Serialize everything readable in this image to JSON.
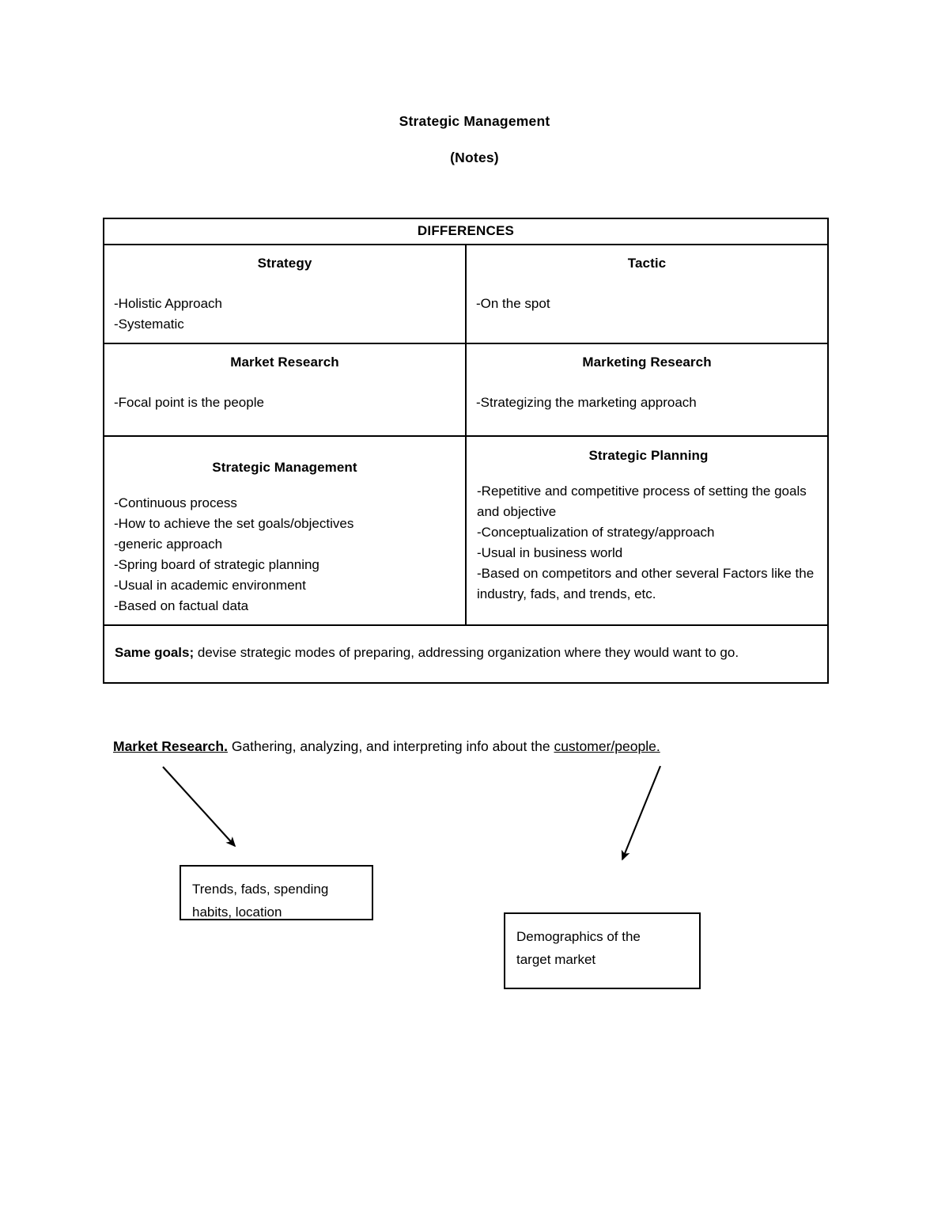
{
  "document": {
    "title": "Strategic Management",
    "subtitle": "(Notes)"
  },
  "table": {
    "header": "DIFFERENCES",
    "rows": [
      {
        "left": {
          "heading": "Strategy",
          "items": [
            "-Holistic Approach",
            "-Systematic"
          ]
        },
        "right": {
          "heading": "Tactic",
          "items": [
            "-On the spot"
          ]
        }
      },
      {
        "left": {
          "heading": "Market Research",
          "items": [
            "-Focal point is the people"
          ]
        },
        "right": {
          "heading": "Marketing Research",
          "items": [
            "-Strategizing the marketing approach"
          ]
        }
      },
      {
        "left": {
          "heading": "Strategic Management",
          "items": [
            "-Continuous process",
            "-How to achieve the set goals/objectives",
            "-generic approach",
            "-Spring board of strategic planning",
            "-Usual in academic environment",
            "-Based on factual data"
          ]
        },
        "right": {
          "heading": "Strategic Planning",
          "items": [
            "-Repetitive and competitive process of setting the goals and objective",
            "-Conceptualization of strategy/approach",
            "-Usual in business world",
            "-Based on competitors and other several Factors like the industry, fads, and trends, etc."
          ]
        }
      }
    ],
    "summary": {
      "bold_lead": "Same goals;",
      "rest": " devise strategic modes of preparing, addressing organization where they would want to go."
    }
  },
  "definition": {
    "term": "Market Research.",
    "body": " Gathering, analyzing, and interpreting info about the ",
    "underlined_tail": "customer/people."
  },
  "callouts": [
    {
      "name": "trends-box",
      "line1": "Trends, fads, spending",
      "line2": "habits, location"
    },
    {
      "name": "demographics-box",
      "line1": "Demographics of the",
      "line2": "target market"
    }
  ],
  "colors": {
    "text": "#000000",
    "background": "#ffffff",
    "border": "#000000"
  }
}
